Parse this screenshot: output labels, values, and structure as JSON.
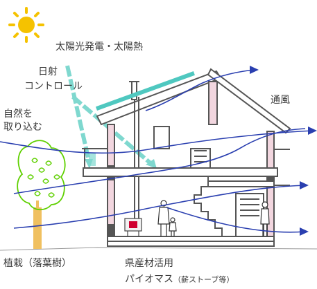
{
  "labels": {
    "solar_power_heat": "太陽光発電・太陽熱",
    "sunlight_control_line1": "日射",
    "sunlight_control_line2": "コントロール",
    "ventilation": "通風",
    "natural_intake_line1": "自然を",
    "natural_intake_line2": "取り込む",
    "planting": "植栽（落葉樹）",
    "local_wood": "県産材活用",
    "biomass_main": "パイオマス",
    "biomass_sub": "（薪ストーブ等）"
  },
  "colors": {
    "wind_arrow": "#2a3fb0",
    "sun_ray": "#7fd8cf",
    "solar_panel": "#4fc8c0",
    "structure": "#555555",
    "wall_pink": "#f2d6df",
    "tree": "#5fd000",
    "trunk": "#f0c060",
    "sun": "#f5c200"
  },
  "icons": [
    "sun-icon",
    "deciduous-tree-icon",
    "wood-stove-icon",
    "adult-person-icon",
    "child-person-icon"
  ]
}
